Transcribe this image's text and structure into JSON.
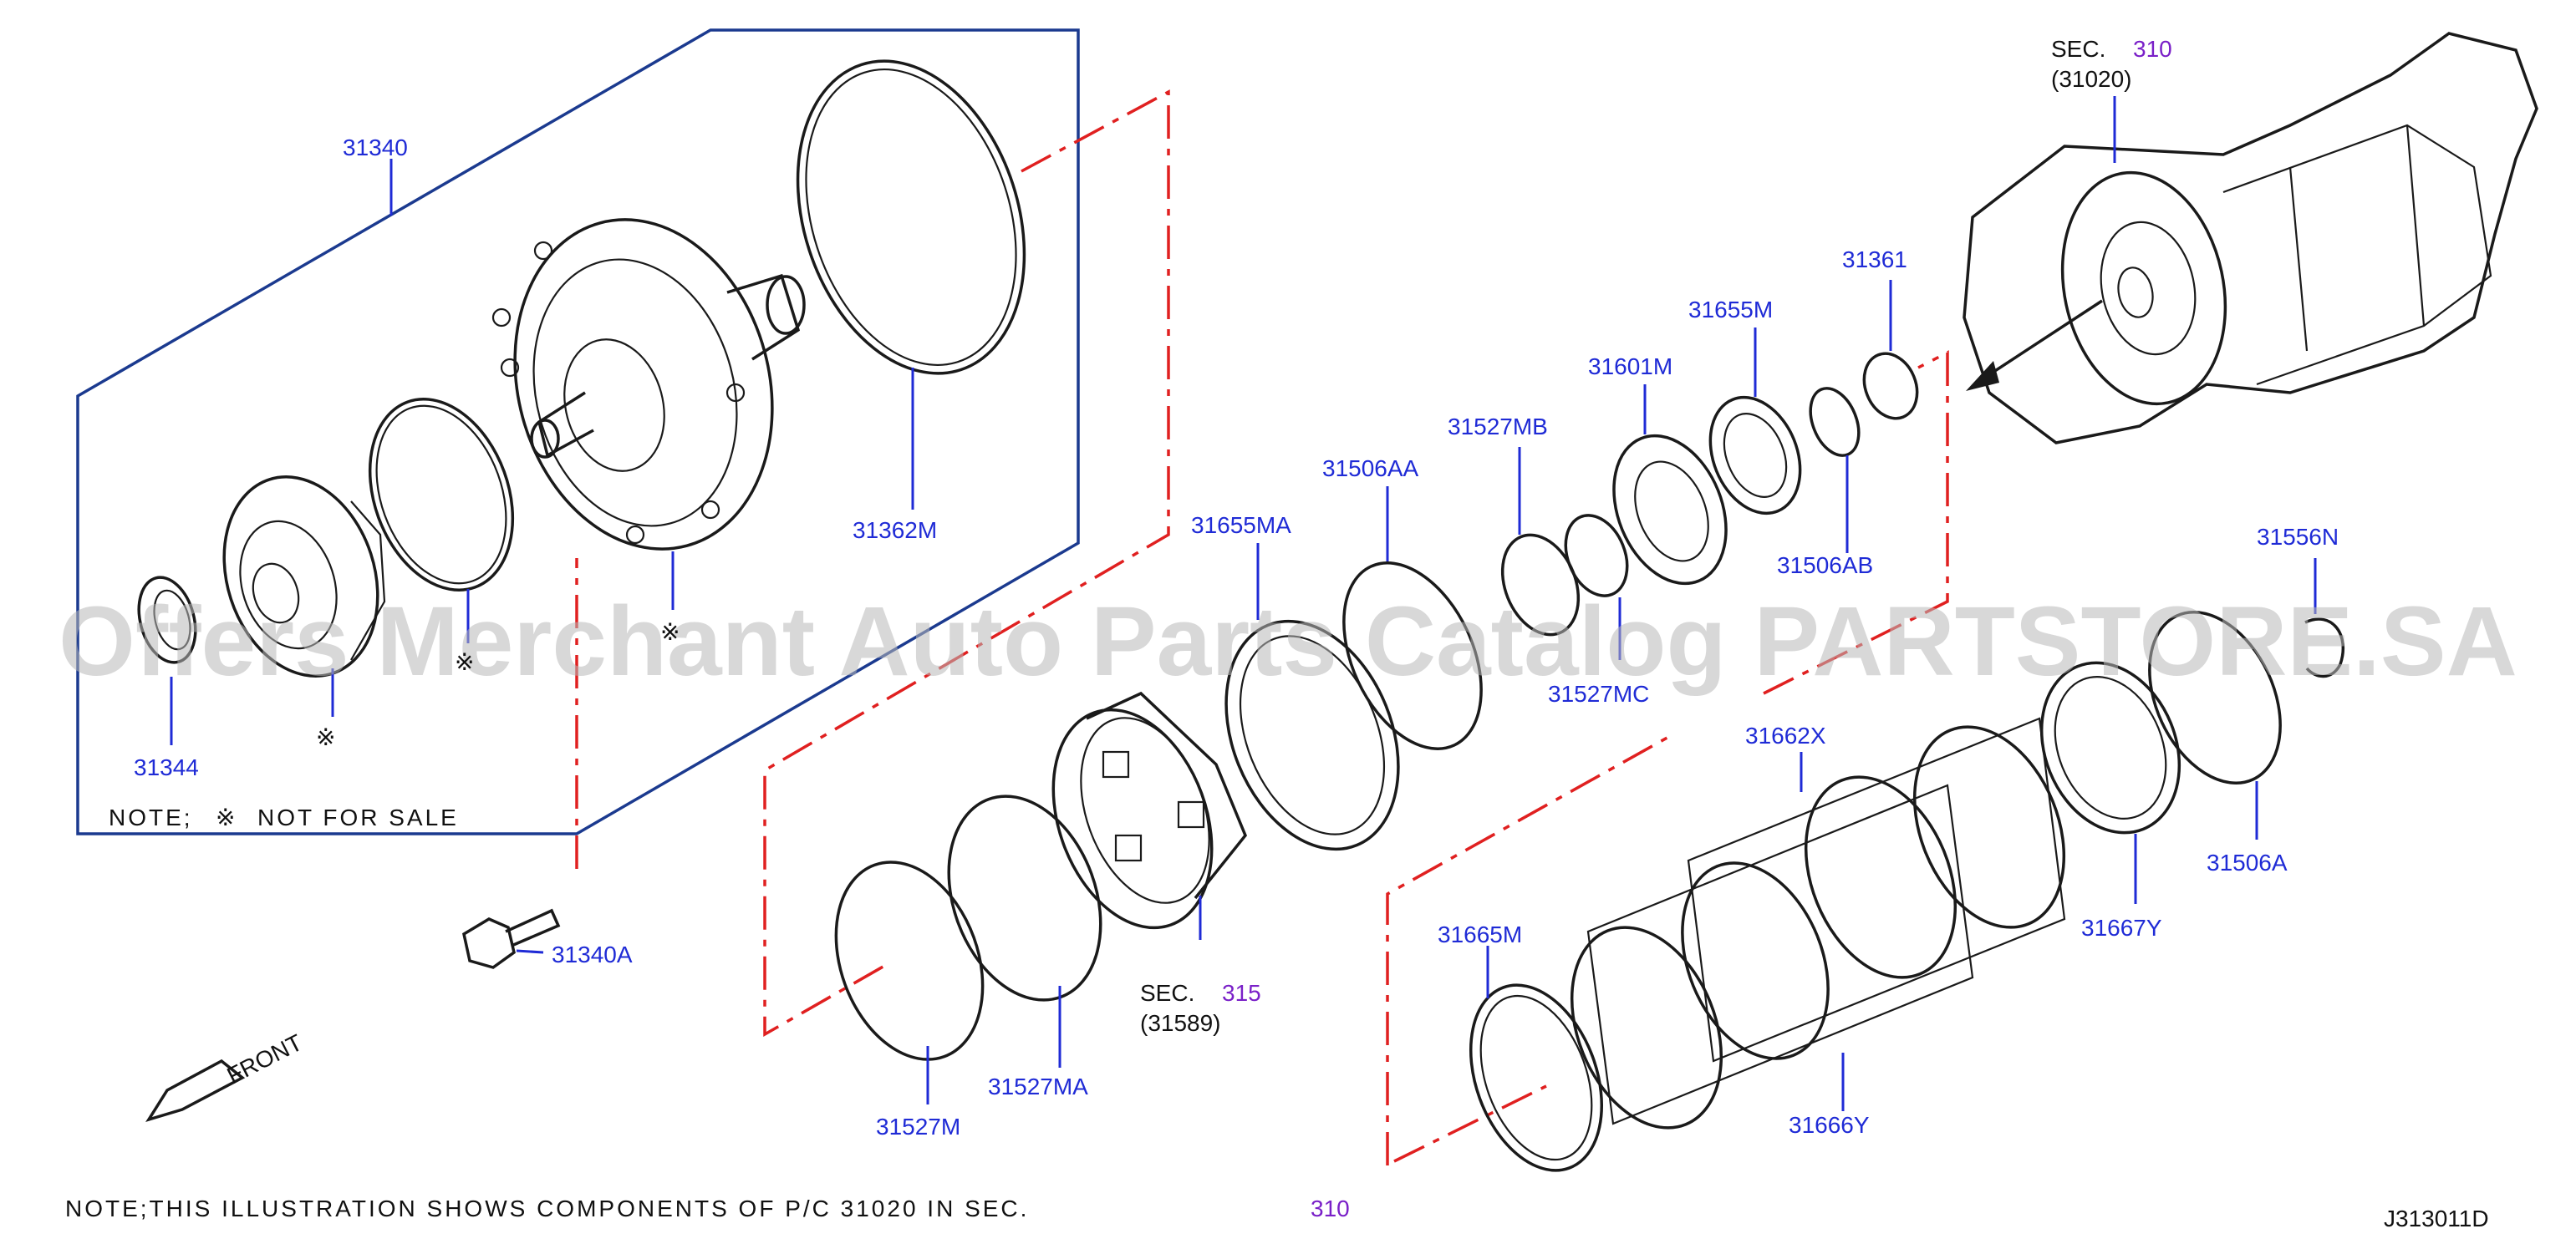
{
  "labels": {
    "p31340": "31340",
    "p31362M": "31362M",
    "p31344": "31344",
    "p31340A": "31340A",
    "p31655MA": "31655MA",
    "p31506AA": "31506AA",
    "p31527MB": "31527MB",
    "p31601M": "31601M",
    "p31655M": "31655M",
    "p31361": "31361",
    "p31506AB": "31506AB",
    "p31527MC": "31527MC",
    "p31556N": "31556N",
    "p31662X": "31662X",
    "p31506A": "31506A",
    "p31667Y": "31667Y",
    "p31665M": "31665M",
    "p31666Y": "31666Y",
    "p31527M": "31527M",
    "p31527MA": "31527MA"
  },
  "sec_top": {
    "prefix": "SEC.",
    "number": "310",
    "code": "(31020)"
  },
  "sec_mid": {
    "prefix": "SEC.",
    "number": "315",
    "code": "(31589)"
  },
  "box_note": {
    "text": "NOTE;",
    "symbol": "※",
    "rest": "NOT  FOR  SALE"
  },
  "not_for_sale_marks": [
    "※",
    "※",
    "※"
  ],
  "front_label": "FRONT",
  "bottom_note": {
    "text": "NOTE;THIS  ILLUSTRATION  SHOWS  COMPONENTS  OF  P/C  31020  IN  SEC.",
    "number": "310"
  },
  "diagram_code": "J313011D",
  "watermark": "Offers Merchant Auto Parts Catalog PARTSTORE.SA",
  "colors": {
    "label": "#1f2bd6",
    "section_number": "#7a20c8",
    "dash_line": "#e02020",
    "box": "#1b3a8f"
  }
}
